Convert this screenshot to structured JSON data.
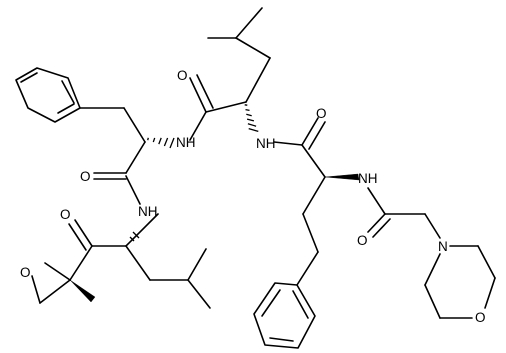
{
  "molecule": {
    "atom_labels": {
      "o_leu_top": "O",
      "nh_phe_leu": "NH",
      "nh_leu_hphe": "NH",
      "o_leu_amide": "O",
      "nh_hphe_acyl": "NH",
      "o_acyl": "O",
      "n_morpholine": "N",
      "o_morpholine": "O",
      "o_phe_amide": "O",
      "nh_leu2": "NH",
      "o_ketone": "O",
      "o_epoxide": "O"
    }
  }
}
